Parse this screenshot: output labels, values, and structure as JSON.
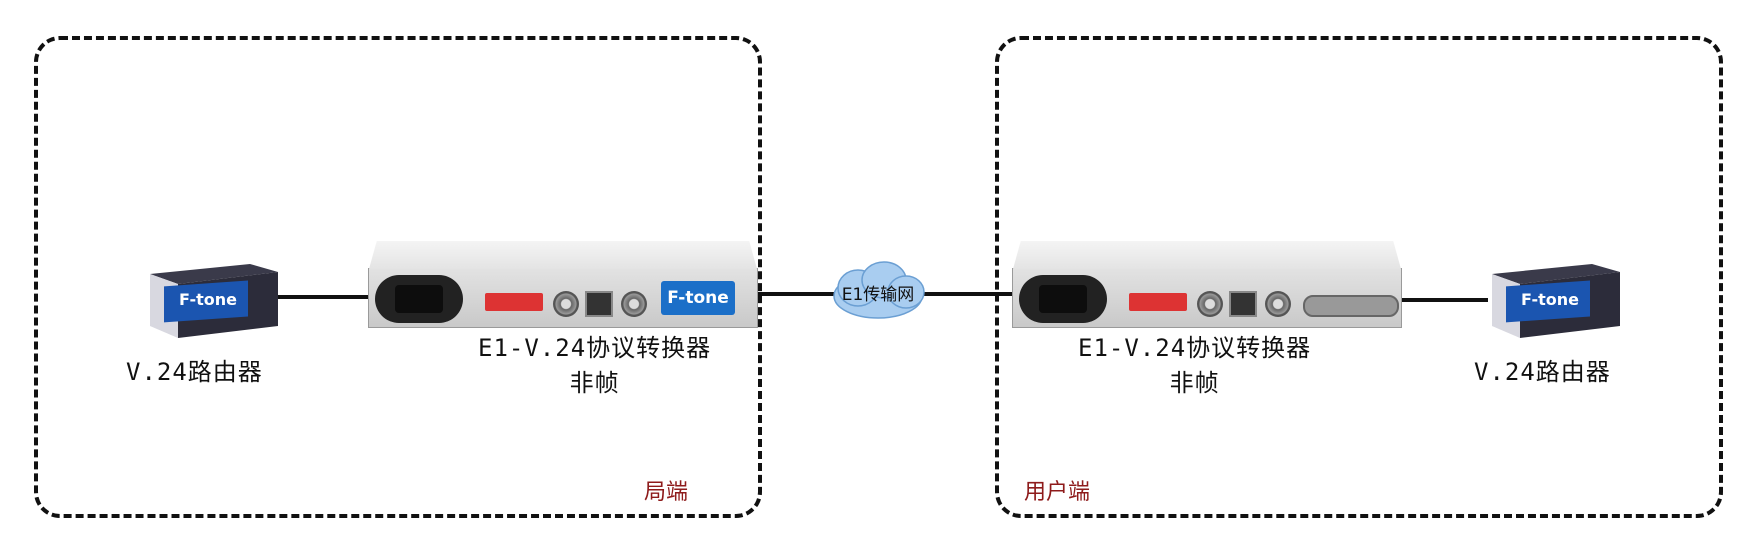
{
  "zones": {
    "left_caption": "局端",
    "right_caption": "用户端"
  },
  "left": {
    "router_label": "V.24路由器",
    "router_brand": "F-tone",
    "converter_label": "E1-V.24协议转换器",
    "converter_sublabel": "非帧",
    "converter_brand": "F-tone"
  },
  "right": {
    "router_label": "V.24路由器",
    "router_brand": "F-tone",
    "converter_label": "E1-V.24协议转换器",
    "converter_sublabel": "非帧"
  },
  "network": {
    "label": "E1传输网"
  },
  "colors": {
    "dashed_border": "#111111",
    "zone_caption": "#8e1b1b",
    "brand_blue": "#1b6fc8",
    "cloud_fill": "#a9cdf0"
  }
}
